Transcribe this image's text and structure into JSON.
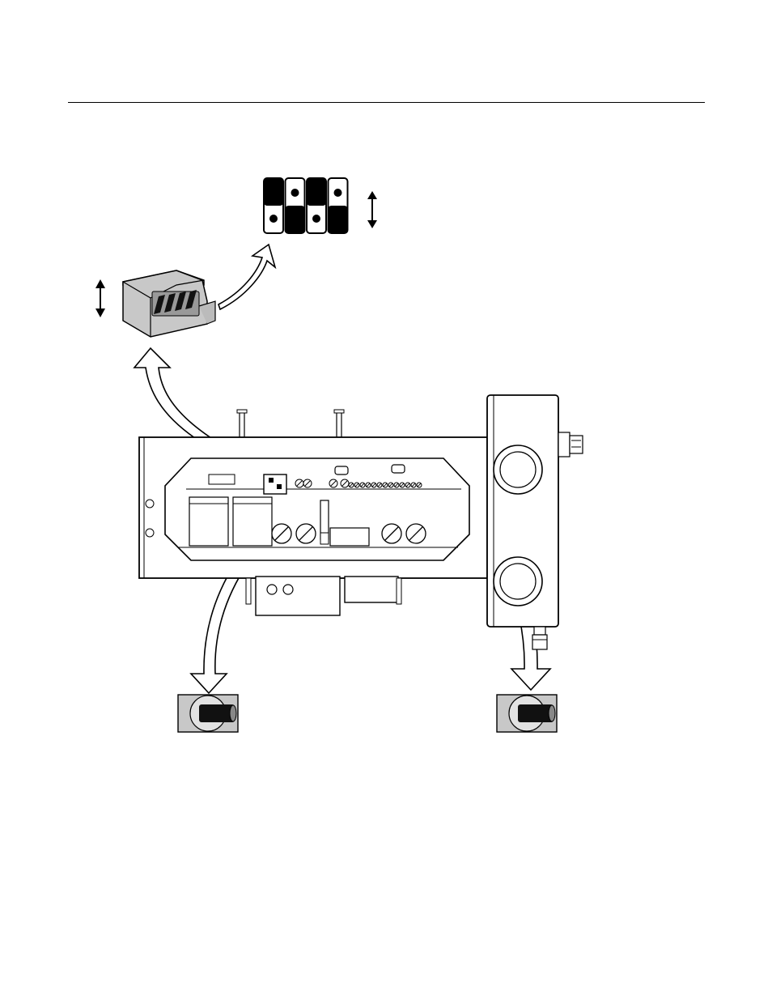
{
  "figure": {
    "colors": {
      "ink": "#000000",
      "paper": "#ffffff",
      "gray_fill": "#c8c8c8",
      "light_gray": "#e2e2e2",
      "dark_fill": "#111111"
    },
    "dip_switch": {
      "positions": [
        "down",
        "up",
        "down",
        "up"
      ]
    },
    "components": [
      "header-rule",
      "dip-switch-enlarged",
      "dip-switch-module",
      "circuit-board-assembly",
      "junction-box",
      "jumper-left",
      "jumper-right"
    ]
  }
}
